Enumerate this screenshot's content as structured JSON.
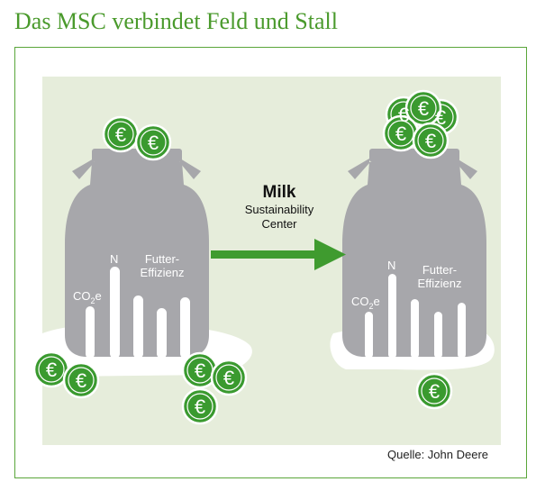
{
  "title": "Das MSC verbindet Feld und Stall",
  "source": "Quelle: John Deere",
  "arrow": {
    "line1": "Milk",
    "line2": "Sustainability",
    "line3": "Center"
  },
  "can_left": {
    "label_co2": "CO",
    "label_co2_sub": "2",
    "label_co2_e": "e",
    "label_n": "N",
    "label_feed_1": "Futter-",
    "label_feed_2": "Effizienz"
  },
  "can_right": {
    "label_co2": "CO",
    "label_co2_sub": "2",
    "label_co2_e": "e",
    "label_n": "N",
    "label_feed_1": "Futter-",
    "label_feed_2": "Effizienz"
  },
  "coin_symbol": "€",
  "colors": {
    "accent_green": "#4a9a2c",
    "coin_green": "#3a9a2f",
    "panel_bg": "#e6eddb",
    "can_grey": "#a7a7ab",
    "arrow_green": "#3f9b2f"
  }
}
